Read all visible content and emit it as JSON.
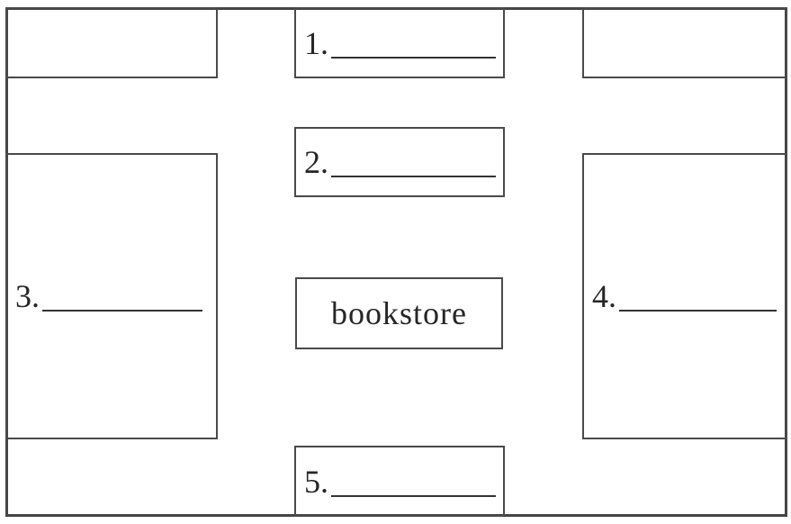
{
  "worksheet": {
    "center_building_label": "bookstore",
    "blanks": [
      {
        "label": "1."
      },
      {
        "label": "2."
      },
      {
        "label": "3."
      },
      {
        "label": "4."
      },
      {
        "label": "5."
      }
    ],
    "unlabeled_corner_blocks": 2
  },
  "colors": {
    "line": "#4a4a4a",
    "text": "#262626",
    "background": "#ffffff"
  }
}
